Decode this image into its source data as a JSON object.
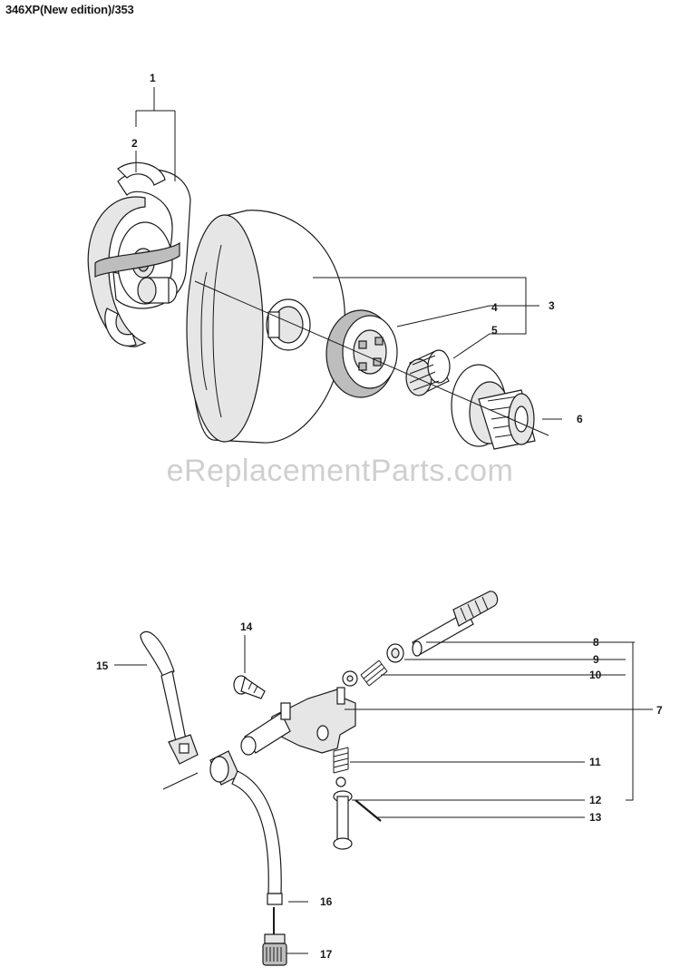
{
  "header": {
    "title": "346XP(New edition)/353"
  },
  "watermark": "eReplacementParts.com",
  "callouts": {
    "c1": "1",
    "c2": "2",
    "c3": "3",
    "c4": "4",
    "c5": "5",
    "c6": "6",
    "c7": "7",
    "c8": "8",
    "c9": "9",
    "c10": "10",
    "c11": "11",
    "c12": "12",
    "c13": "13",
    "c14": "14",
    "c15": "15",
    "c16": "16",
    "c17": "17"
  }
}
